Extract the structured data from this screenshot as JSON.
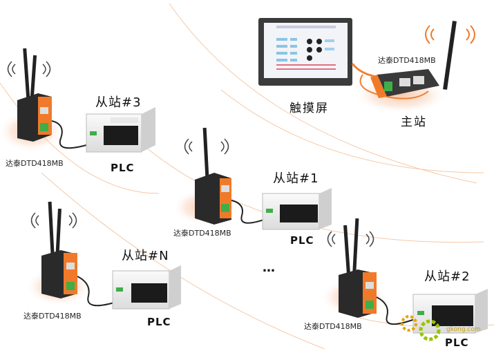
{
  "touchscreen": {
    "label": "触摸屏"
  },
  "master": {
    "device_label": "达泰DTD418MB",
    "station_label": "主站"
  },
  "nodes": [
    {
      "id": "3",
      "device_label": "达泰DTD418MB",
      "station_label": "从站#3",
      "plc_label": "PLC"
    },
    {
      "id": "1",
      "device_label": "达泰DTD418MB",
      "station_label": "从站#1",
      "plc_label": "PLC"
    },
    {
      "id": "N",
      "device_label": "达泰DTD418MB",
      "station_label": "从站#N",
      "plc_label": "PLC"
    },
    {
      "id": "2",
      "device_label": "达泰DTD418MB",
      "station_label": "从站#2",
      "plc_label": "PLC"
    }
  ],
  "ellipsis": "…",
  "watermark": "gkong.com",
  "colors": {
    "radio_orange": "#f07a2a",
    "device_black": "#2a2a2a",
    "accent_orange": "#f26b21",
    "plc_green": "#3fae49"
  }
}
